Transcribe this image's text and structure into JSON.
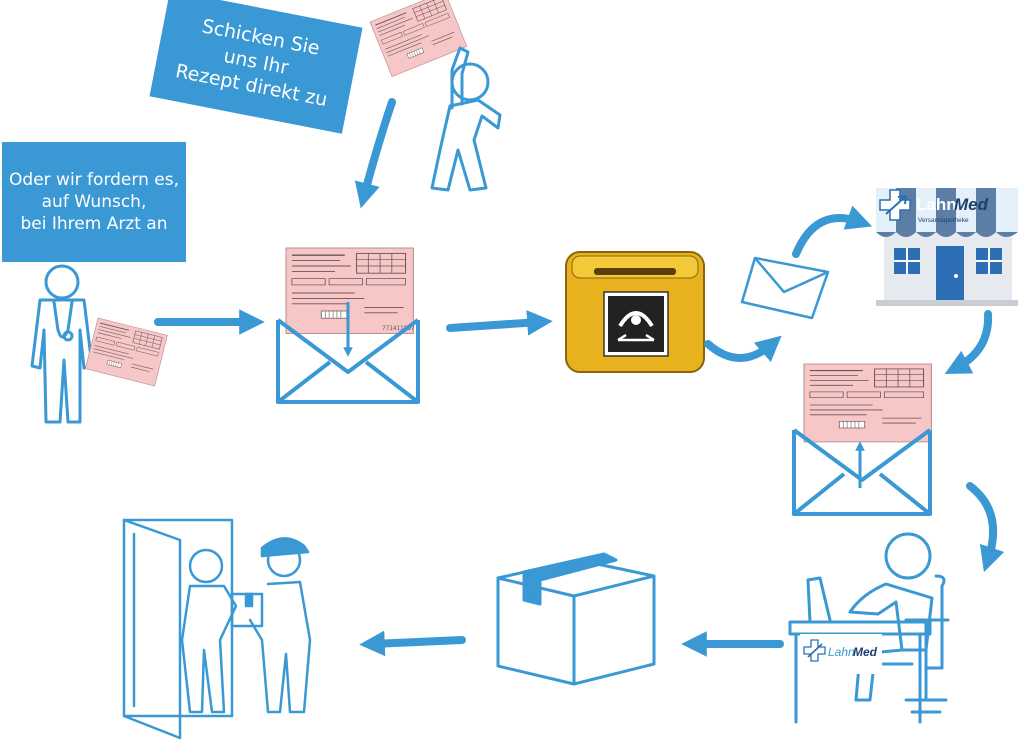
{
  "callouts": {
    "send_lines": [
      "Schicken Sie",
      "uns Ihr",
      "Rezept direkt zu"
    ],
    "doctor_lines": [
      "Oder wir fordern es,",
      "auf Wunsch,",
      "bei Ihrem Arzt an"
    ]
  },
  "pharmacy": {
    "brand_lahn": "Lahn",
    "brand_med": "Med",
    "tagline": "Versandapotheke"
  },
  "desk_logo": {
    "brand_lahn": "Lahn",
    "brand_med": "Med"
  },
  "prescription": {
    "serial": "771411887"
  },
  "colors": {
    "accent": "#3a98d4",
    "outline": "#3a98d4",
    "prescription_pink": "#f7c6c6",
    "mailbox_yellow": "#e8b21e",
    "awning_light": "#e4f1fa"
  },
  "icons": [
    "person-pointing-icon",
    "doctor-icon",
    "envelope-icon",
    "postbox-icon",
    "pharmacy-icon",
    "desk-worker-icon",
    "package-icon",
    "delivery-icon",
    "arrow-icon"
  ]
}
